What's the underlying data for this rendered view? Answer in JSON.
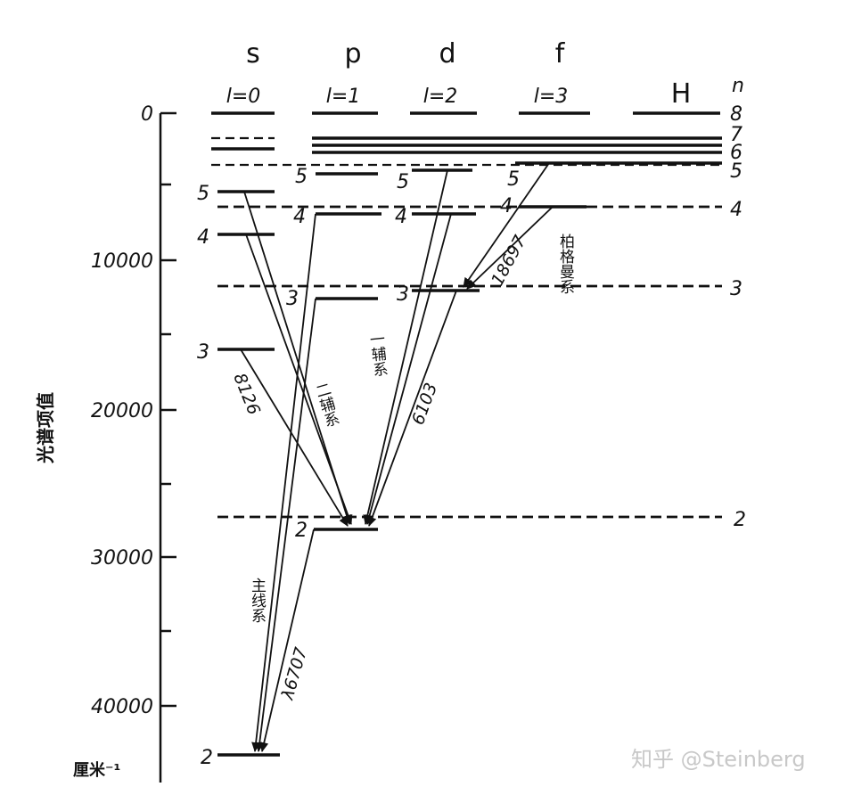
{
  "diagram": {
    "columns": [
      {
        "head": "s",
        "l": "l=0"
      },
      {
        "head": "p",
        "l": "l=1"
      },
      {
        "head": "d",
        "l": "l=2"
      },
      {
        "head": "f",
        "l": "l=3"
      },
      {
        "head": "H",
        "l": ""
      }
    ],
    "n_header": "n",
    "axis_label": "光谱项值",
    "axis_unit": "厘米⁻¹",
    "axis_ticks": [
      "0",
      "10000",
      "20000",
      "30000",
      "40000"
    ],
    "h_levels": [
      "8",
      "7",
      "6",
      "5",
      "4",
      "3",
      "2"
    ],
    "s_levels": [
      "5",
      "4",
      "3",
      "2"
    ],
    "p_levels": [
      "5",
      "4",
      "3",
      "2"
    ],
    "d_levels": [
      "5",
      "4",
      "3"
    ],
    "f_levels": [
      "5",
      "4"
    ],
    "series": {
      "principal": "主线系",
      "sharp": "二辅系",
      "diffuse": "一辅系",
      "bergmann": "柏格曼系"
    },
    "wavelengths": {
      "w8126": "8126",
      "w6103": "6103",
      "w18697": "18697",
      "w6707": "λ6707"
    },
    "watermark": "知乎 @Steinberg"
  }
}
